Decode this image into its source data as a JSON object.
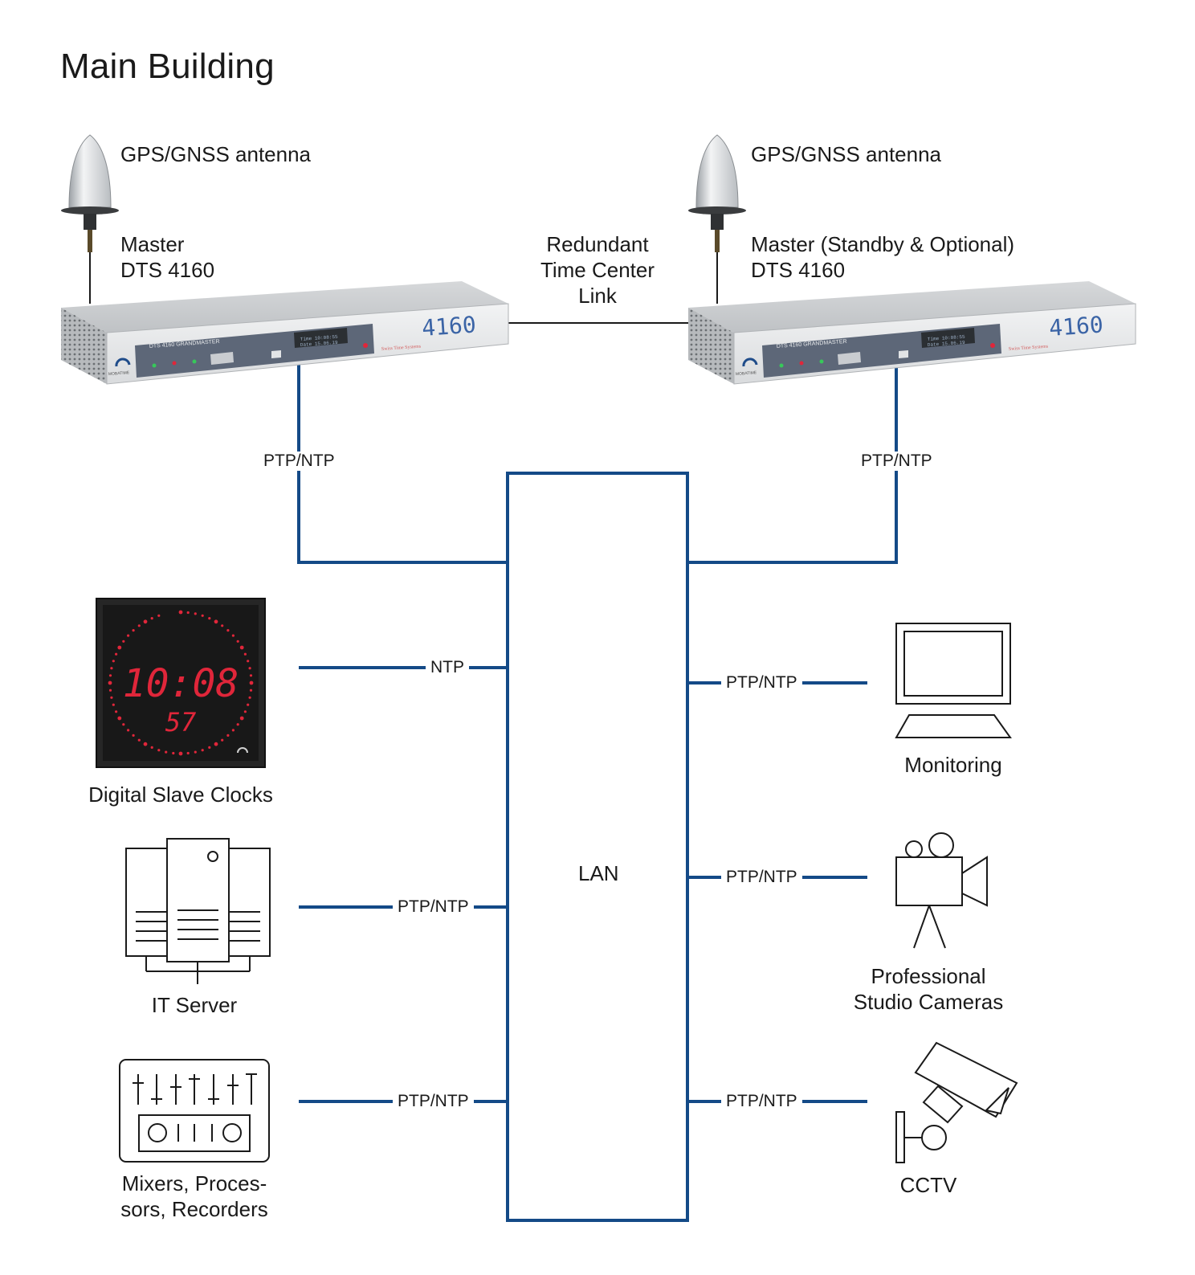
{
  "title": "Main Building",
  "nodes": {
    "antenna_left": "GPS/GNSS antenna",
    "antenna_right": "GPS/GNSS antenna",
    "master_left_line1": "Master",
    "master_left_line2": "DTS 4160",
    "master_right_line1": "Master (Standby & Optional)",
    "master_right_line2": "DTS 4160",
    "redundant_link_line1": "Redundant",
    "redundant_link_line2": "Time Center",
    "redundant_link_line3": "Link",
    "lan": "LAN",
    "digital_clocks": "Digital Slave Clocks",
    "it_server": "IT Server",
    "mixers_line1": "Mixers, Proces-",
    "mixers_line2": "sors, Recorders",
    "monitoring": "Monitoring",
    "cameras_line1": "Professional",
    "cameras_line2": "Studio Cameras",
    "cctv": "CCTV"
  },
  "devices": {
    "rack_model": "DTS 4160 GRANDMASTER",
    "rack_front_number": "4160",
    "brand_name": "MOBATIME",
    "rack_tagline": "Swiss Time Systems",
    "rack_display_line1": "Time  10:08:55",
    "rack_display_line2": "Date  15.06.19",
    "clock_time": "10:08",
    "clock_seconds": "57"
  },
  "edges": {
    "master_left_to_lan": "PTP/NTP",
    "master_right_to_lan": "PTP/NTP",
    "clocks_to_lan": "NTP",
    "server_to_lan": "PTP/NTP",
    "mixers_to_lan": "PTP/NTP",
    "monitoring_to_lan": "PTP/NTP",
    "cameras_to_lan": "PTP/NTP",
    "cctv_to_lan": "PTP/NTP"
  },
  "colors": {
    "network_line": "#144a87",
    "clock_led": "#e0263a"
  }
}
